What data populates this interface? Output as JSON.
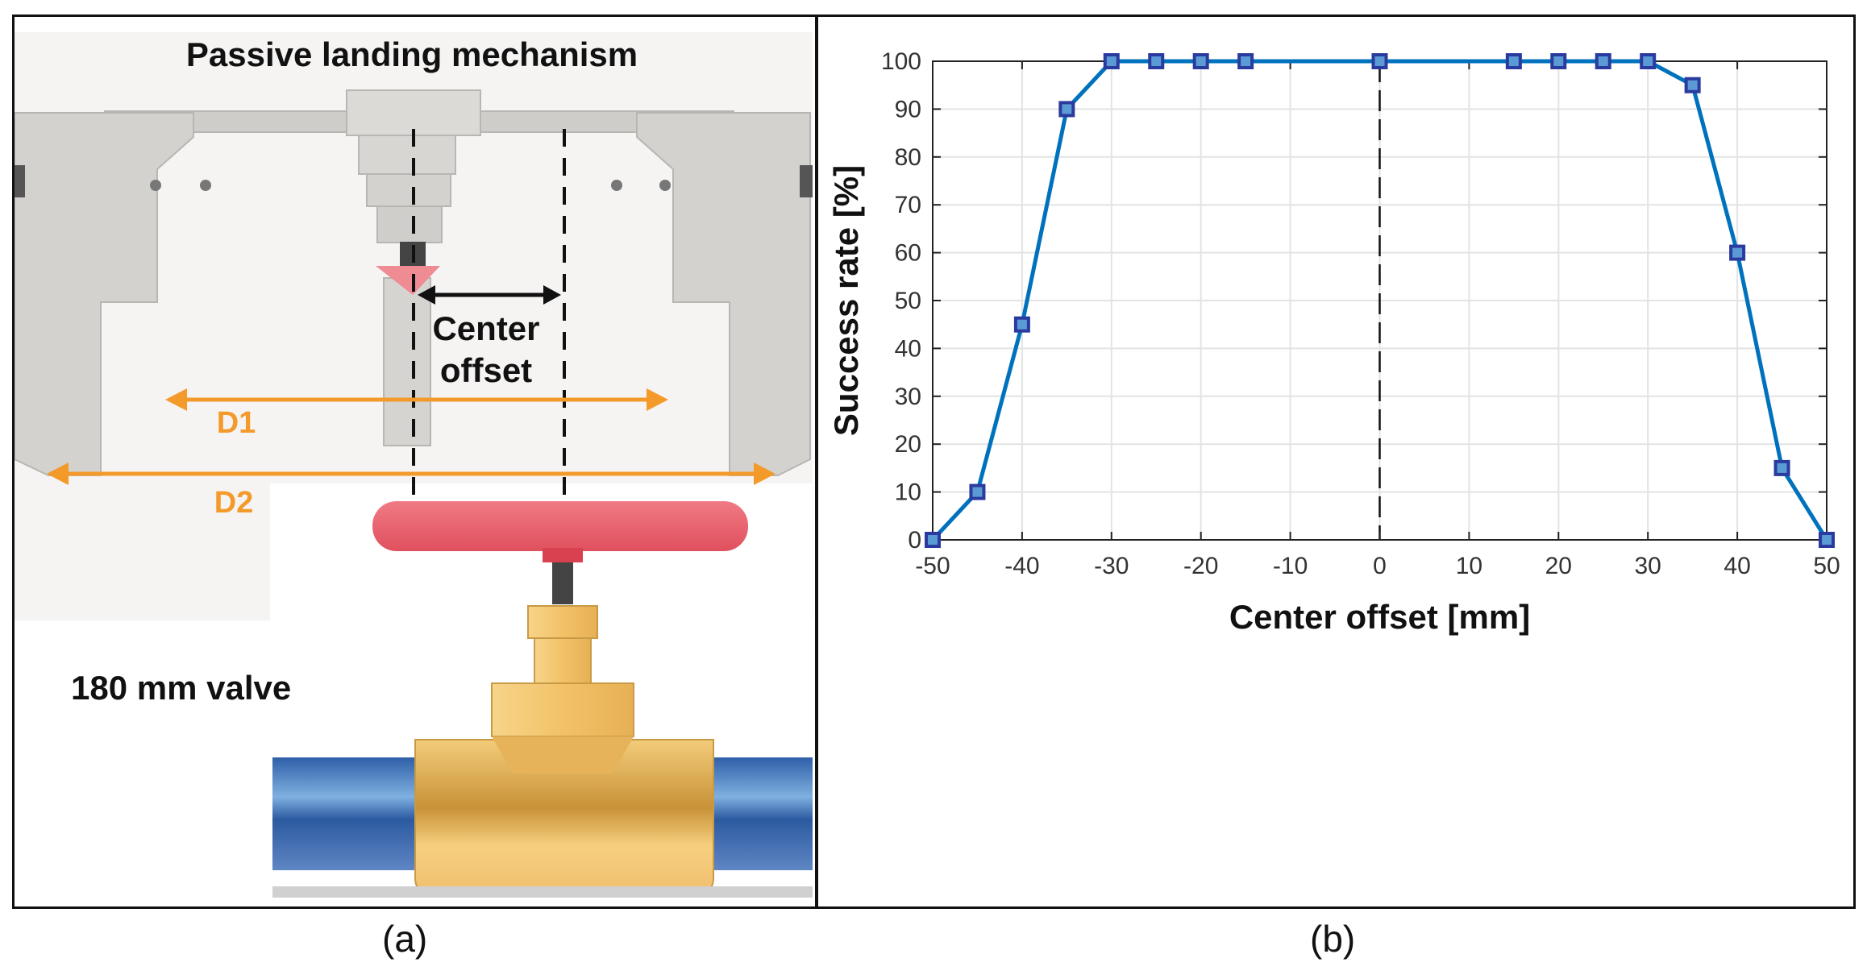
{
  "panel_a": {
    "title": "Passive landing mechanism",
    "offset_label_line1": "Center",
    "offset_label_line2": "offset",
    "d1_label": "D1",
    "d2_label": "D2",
    "valve_label": "180 mm valve",
    "caption": "(a)"
  },
  "panel_b": {
    "caption": "(b)"
  },
  "colors": {
    "series_line": "#0072BD",
    "marker_fill": "#5b9bd5",
    "marker_edge": "#2b3a9e",
    "dimension_orange": "#f39a2a",
    "gripper_grey": "#d4d2ce",
    "disk_red": "#e85a66",
    "valve_gold": "#f2c268",
    "pipe_blue": "#3a6bb0"
  },
  "chart_data": {
    "type": "line",
    "xlabel": "Center offset [mm]",
    "ylabel": "Success rate [%]",
    "xlim": [
      -50,
      50
    ],
    "ylim": [
      0,
      100
    ],
    "xticks": [
      -50,
      -40,
      -30,
      -20,
      -10,
      0,
      10,
      20,
      30,
      40,
      50
    ],
    "yticks": [
      0,
      10,
      20,
      30,
      40,
      50,
      60,
      70,
      80,
      90,
      100
    ],
    "grid": true,
    "reference_line_x": 0,
    "series": [
      {
        "x": [
          -50,
          -45,
          -40,
          -35,
          -30,
          -25,
          -20,
          -15,
          0,
          15,
          20,
          25,
          30,
          35,
          40,
          45,
          50
        ],
        "y": [
          0,
          10,
          45,
          90,
          100,
          100,
          100,
          100,
          100,
          100,
          100,
          100,
          100,
          95,
          60,
          15,
          0
        ]
      }
    ]
  }
}
